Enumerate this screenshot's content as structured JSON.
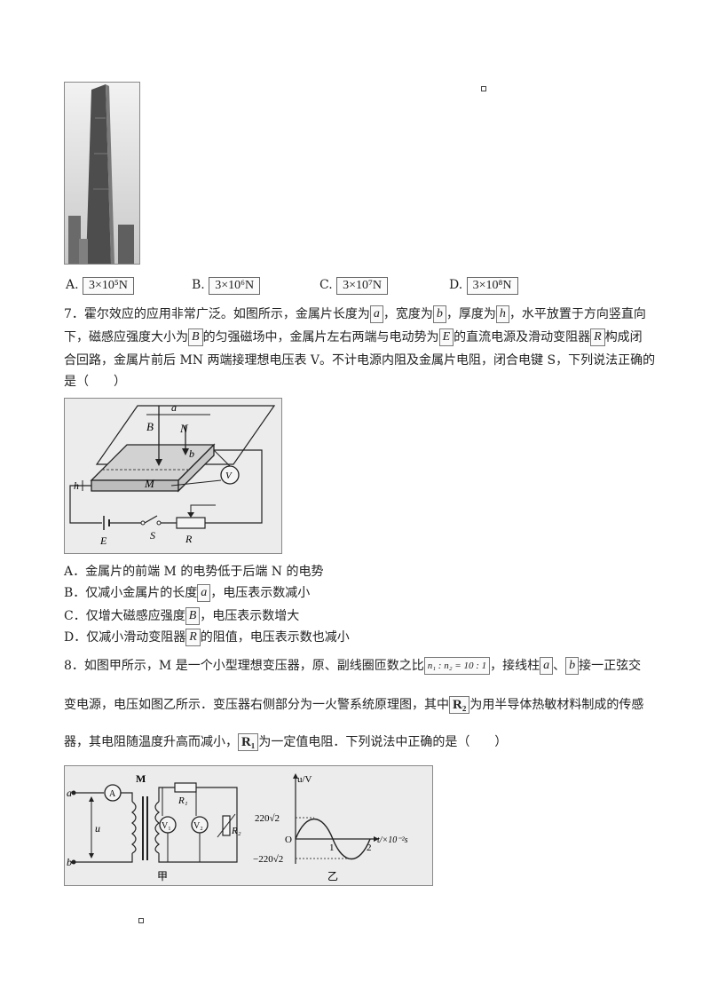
{
  "marks": {
    "top_right": "▫",
    "bottom_left": "▫"
  },
  "q6": {
    "options": [
      {
        "letter": "A.",
        "value": "3×10⁵N"
      },
      {
        "letter": "B.",
        "value": "3×10⁶N"
      },
      {
        "letter": "C.",
        "value": "3×10⁷N"
      },
      {
        "letter": "D.",
        "value": "3×10⁸N"
      }
    ]
  },
  "q7": {
    "l1a": "7．霍尔效应的应用非常广泛。如图所示，金属片长度为",
    "v_a": "a",
    "l1b": "，宽度为",
    "v_b": "b",
    "l1c": "，厚度为",
    "v_h": "h",
    "l1d": "，水平放置于方向竖直向",
    "l2a": "下，磁感应强度大小为",
    "v_B": "B",
    "l2b": "的匀强磁场中，金属片左右两端与电动势为",
    "v_E": "E",
    "l2c": "的直流电源及滑动变阻器",
    "v_R": "R",
    "l2d": "构成闭",
    "l3": "合回路，金属片前后 MN 两端接理想电压表 V。不计电源内阻及金属片电阻，闭合电键 S，下列说法正确的",
    "l4": "是（　　）",
    "fig": {
      "a": "a",
      "B": "B",
      "N": "N",
      "b": "b",
      "h": "h",
      "M": "M",
      "V": "V",
      "E": "E",
      "S": "S",
      "R": "R"
    },
    "optA": "A．金属片的前端 M 的电势低于后端 N 的电势",
    "optB1": "B．仅减小金属片的长度",
    "optB2": "，电压表示数减小",
    "optC1": "C．仅增大磁感应强度",
    "optC2": "，电压表示数增大",
    "optD1": "D．仅减小滑动变阻器",
    "optD2": "的阻值，电压表示数也减小"
  },
  "q8": {
    "l1a": "8．如图甲所示，M 是一个小型理想变压器，原、副线圈匝数之比",
    "ratio": "n₁ : n₂ = 10 : 1",
    "l1b": "，接线柱",
    "t_a": "a",
    "t_sep": "、",
    "t_b": "b",
    "l1c": "接一正弦交",
    "l2a": "变电源，电压如图乙所示．变压器右侧部分为一火警系统原理图，其中",
    "R2": "R₂",
    "l2b": "为用半导体热敏材料制成的传感",
    "l3a": "器，其电阻随温度升高而减小，",
    "R1": "R₁",
    "l3b": "为一定值电阻．下列说法中正确的是（　　）",
    "fig": {
      "a": "a",
      "b": "b",
      "A": "A",
      "M": "M",
      "u": "u",
      "R1": "R₁",
      "V1": "V₁",
      "V2": "V₂",
      "R2": "R₂",
      "ylabel": "u/V",
      "ymax": "220√2",
      "ymin": "−220√2",
      "origin": "O",
      "t1": "1",
      "t2": "2",
      "xlabel": "t/×10⁻²s",
      "cap_left": "甲",
      "cap_right": "乙"
    }
  }
}
